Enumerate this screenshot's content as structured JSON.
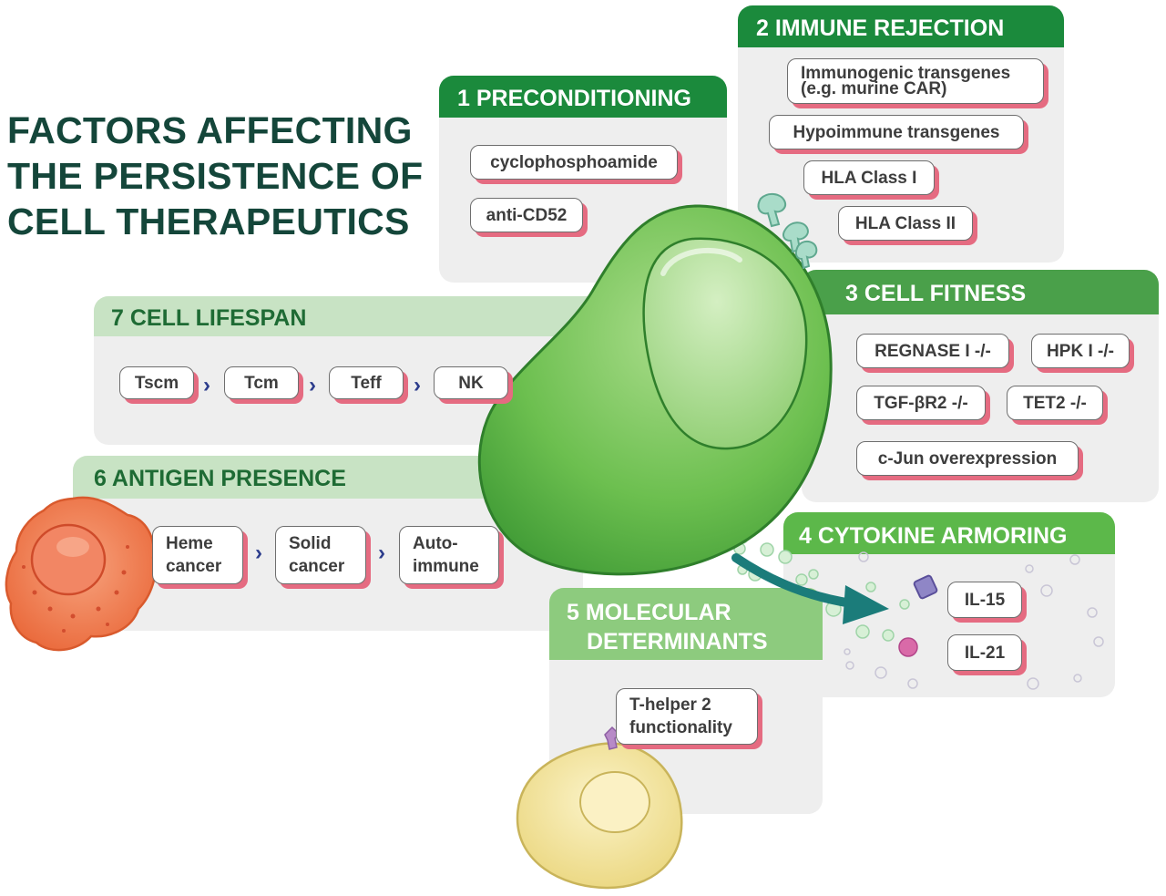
{
  "title": [
    "FACTORS AFFECTING",
    "THE PERSISTENCE OF",
    "CELL THERAPEUTICS"
  ],
  "sections": {
    "preconditioning": {
      "header": "1 PRECONDITIONING",
      "items": [
        "cyclophosphoamide",
        "anti-CD52"
      ]
    },
    "immune_rejection": {
      "header": "2 IMMUNE REJECTION",
      "items": [
        "Immunogenic transgenes",
        "(e.g. murine CAR)",
        "Hypoimmune transgenes",
        "HLA Class I",
        "HLA Class II"
      ]
    },
    "cell_fitness": {
      "header": "3 CELL FITNESS",
      "items": [
        "REGNASE I -/-",
        "HPK I -/-",
        "TGF-βR2 -/-",
        "TET2 -/-",
        "c-Jun overexpression"
      ]
    },
    "cytokine_armoring": {
      "header": "4 CYTOKINE ARMORING",
      "items": [
        "IL-15",
        "IL-21"
      ]
    },
    "molecular_determinants": {
      "header_lines": [
        "5 MOLECULAR",
        "DETERMINANTS"
      ],
      "items": [
        "T-helper 2",
        "functionality"
      ]
    },
    "antigen_presence": {
      "header": "6 ANTIGEN PRESENCE",
      "items": [
        [
          "Heme",
          "cancer"
        ],
        [
          "Solid",
          "cancer"
        ],
        [
          "Auto-",
          "immune"
        ]
      ]
    },
    "cell_lifespan": {
      "header": "7 CELL LIFESPAN",
      "items": [
        "Tscm",
        "Tcm",
        "Teff",
        "NK"
      ]
    }
  },
  "colors": {
    "title": "#14463a",
    "header_dark_green": "#1b8a3c",
    "header_mid_green": "#4aa04a",
    "header_bright_green": "#5cb84a",
    "header_light_green": "#c8e3c4",
    "panel_gray": "#eeeeee",
    "pill_shadow": "#e56b81",
    "chevron": "#2c3c8c",
    "main_cell": "#6cbf4f",
    "cancer_cell": "#ef7b50",
    "helper_cell": "#f2e39a",
    "arrow": "#1b7c7a"
  },
  "icons": [
    "main-t-cell-icon",
    "cancer-cell-icon",
    "helper-cell-icon",
    "receptor-icon",
    "cytokine-arrow-icon",
    "chevron-right-icon"
  ]
}
